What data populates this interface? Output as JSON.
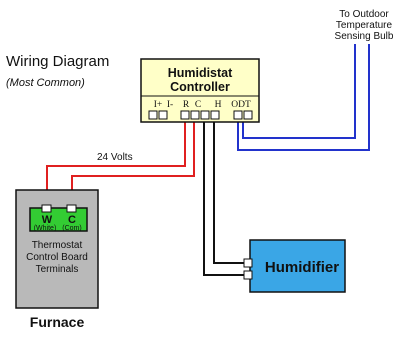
{
  "title": "Wiring Diagram",
  "subtitle": "(Most Common)",
  "outdoor_note": [
    "To Outdoor",
    "Temperature",
    "Sensing Bulb"
  ],
  "controller": {
    "title_line1": "Humidistat",
    "title_line2": "Controller",
    "terminals": [
      "I+",
      "I-",
      "R",
      "C",
      "H",
      "ODT"
    ]
  },
  "voltage_label": "24 Volts",
  "thermostat": {
    "w_label": "W",
    "w_sub": "(White)",
    "c_label": "C",
    "c_sub": "(Com)",
    "caption": [
      "Thermostat",
      "Control Board",
      "Terminals"
    ]
  },
  "furnace_label": "Furnace",
  "humidifier_label": "Humidifier",
  "colors": {
    "controller_fill": "#ffffc8",
    "humidifier_fill": "#3aa6e6",
    "furnace_fill": "#b9b9b9",
    "terminal_board_fill": "#33cc33",
    "red_wire": "#e02020",
    "blue_wire": "#2233cc",
    "black_wire": "#111111"
  }
}
